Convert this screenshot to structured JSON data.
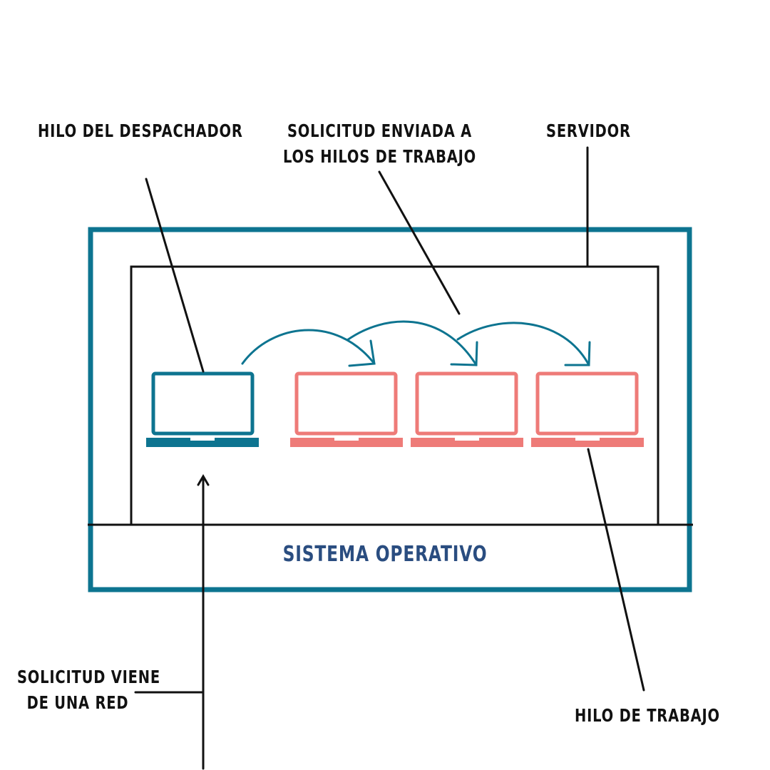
{
  "labels": {
    "dispatcher_thread": "HILO DEL DESPACHADOR",
    "request_sent_line1": "SOLICITUD ENVIADA A",
    "request_sent_line2": "LOS HILOS DE TRABAJO",
    "server": "SERVIDOR",
    "operating_system": "SISTEMA OPERATIVO",
    "request_from_network_line1": "SOLICITUD VIENE",
    "request_from_network_line2": "DE UNA RED",
    "worker_thread": "HILO DE TRABAJO"
  },
  "colors": {
    "os_frame": "#0d7490",
    "dispatcher_laptop": "#0d7490",
    "worker_laptop": "#ee7b78",
    "os_text": "#2a4d80",
    "lines": "#111111",
    "arrows": "#0d7490"
  },
  "icons": {
    "dispatcher": "laptop-icon",
    "worker": "laptop-icon"
  }
}
